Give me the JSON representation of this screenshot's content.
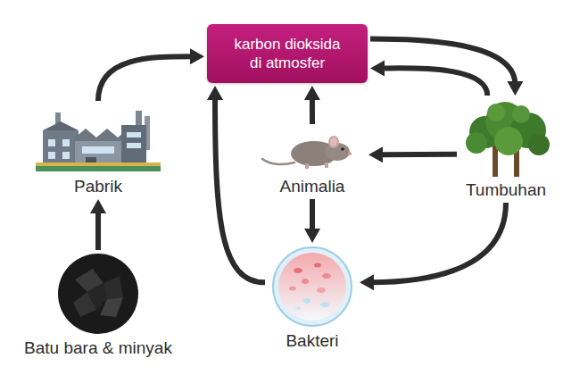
{
  "diagram": {
    "nodes": [
      {
        "text": [
          "karbon dioksida di atmosfer"
        ]
      },
      {
        "text": [
          "Pabrik"
        ]
      },
      {
        "text": [
          "Animalia"
        ]
      },
      {
        "text": [
          "Tumbuhan"
        ]
      },
      {
        "text": [
          "Batu bara & minyak"
        ]
      },
      {
        "text": [
          "Bakteri"
        ]
      }
    ],
    "edges": [
      {
        "from": 1,
        "to": 0,
        "arrow": "to"
      },
      {
        "from": 0,
        "to": 3,
        "arrow": "to"
      },
      {
        "from": 3,
        "to": 0,
        "arrow": "to"
      },
      {
        "from": 2,
        "to": 0,
        "arrow": "to"
      },
      {
        "from": 3,
        "to": 2,
        "arrow": "to"
      },
      {
        "from": 2,
        "to": 5,
        "arrow": "to"
      },
      {
        "from": 3,
        "to": 5,
        "arrow": "to"
      },
      {
        "from": 5,
        "to": 0,
        "arrow": "to"
      },
      {
        "from": 4,
        "to": 1,
        "arrow": "to"
      }
    ]
  }
}
